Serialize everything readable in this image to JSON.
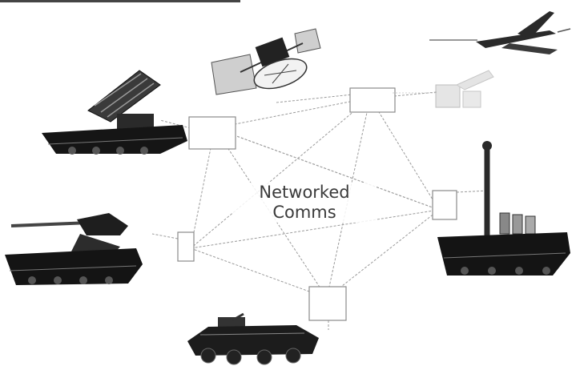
{
  "diagram": {
    "center_label_lines": [
      "Networked",
      "Comms"
    ],
    "nodes": [
      {
        "id": "satellite",
        "icon": "satellite-icon"
      },
      {
        "id": "aircraft",
        "icon": "aircraft-icon"
      },
      {
        "id": "radar-station",
        "icon": "radar-station-icon"
      },
      {
        "id": "missile-launcher",
        "icon": "missile-launcher-icon"
      },
      {
        "id": "command-vehicle",
        "icon": "command-vehicle-icon"
      },
      {
        "id": "tank",
        "icon": "tank-icon"
      },
      {
        "id": "armored-vehicle",
        "icon": "armored-vehicle-icon"
      }
    ],
    "colors": {
      "ink": "#2b2b2b",
      "link": "#9a9a9a",
      "box": "#8a8a8a",
      "background": "#ffffff"
    }
  }
}
